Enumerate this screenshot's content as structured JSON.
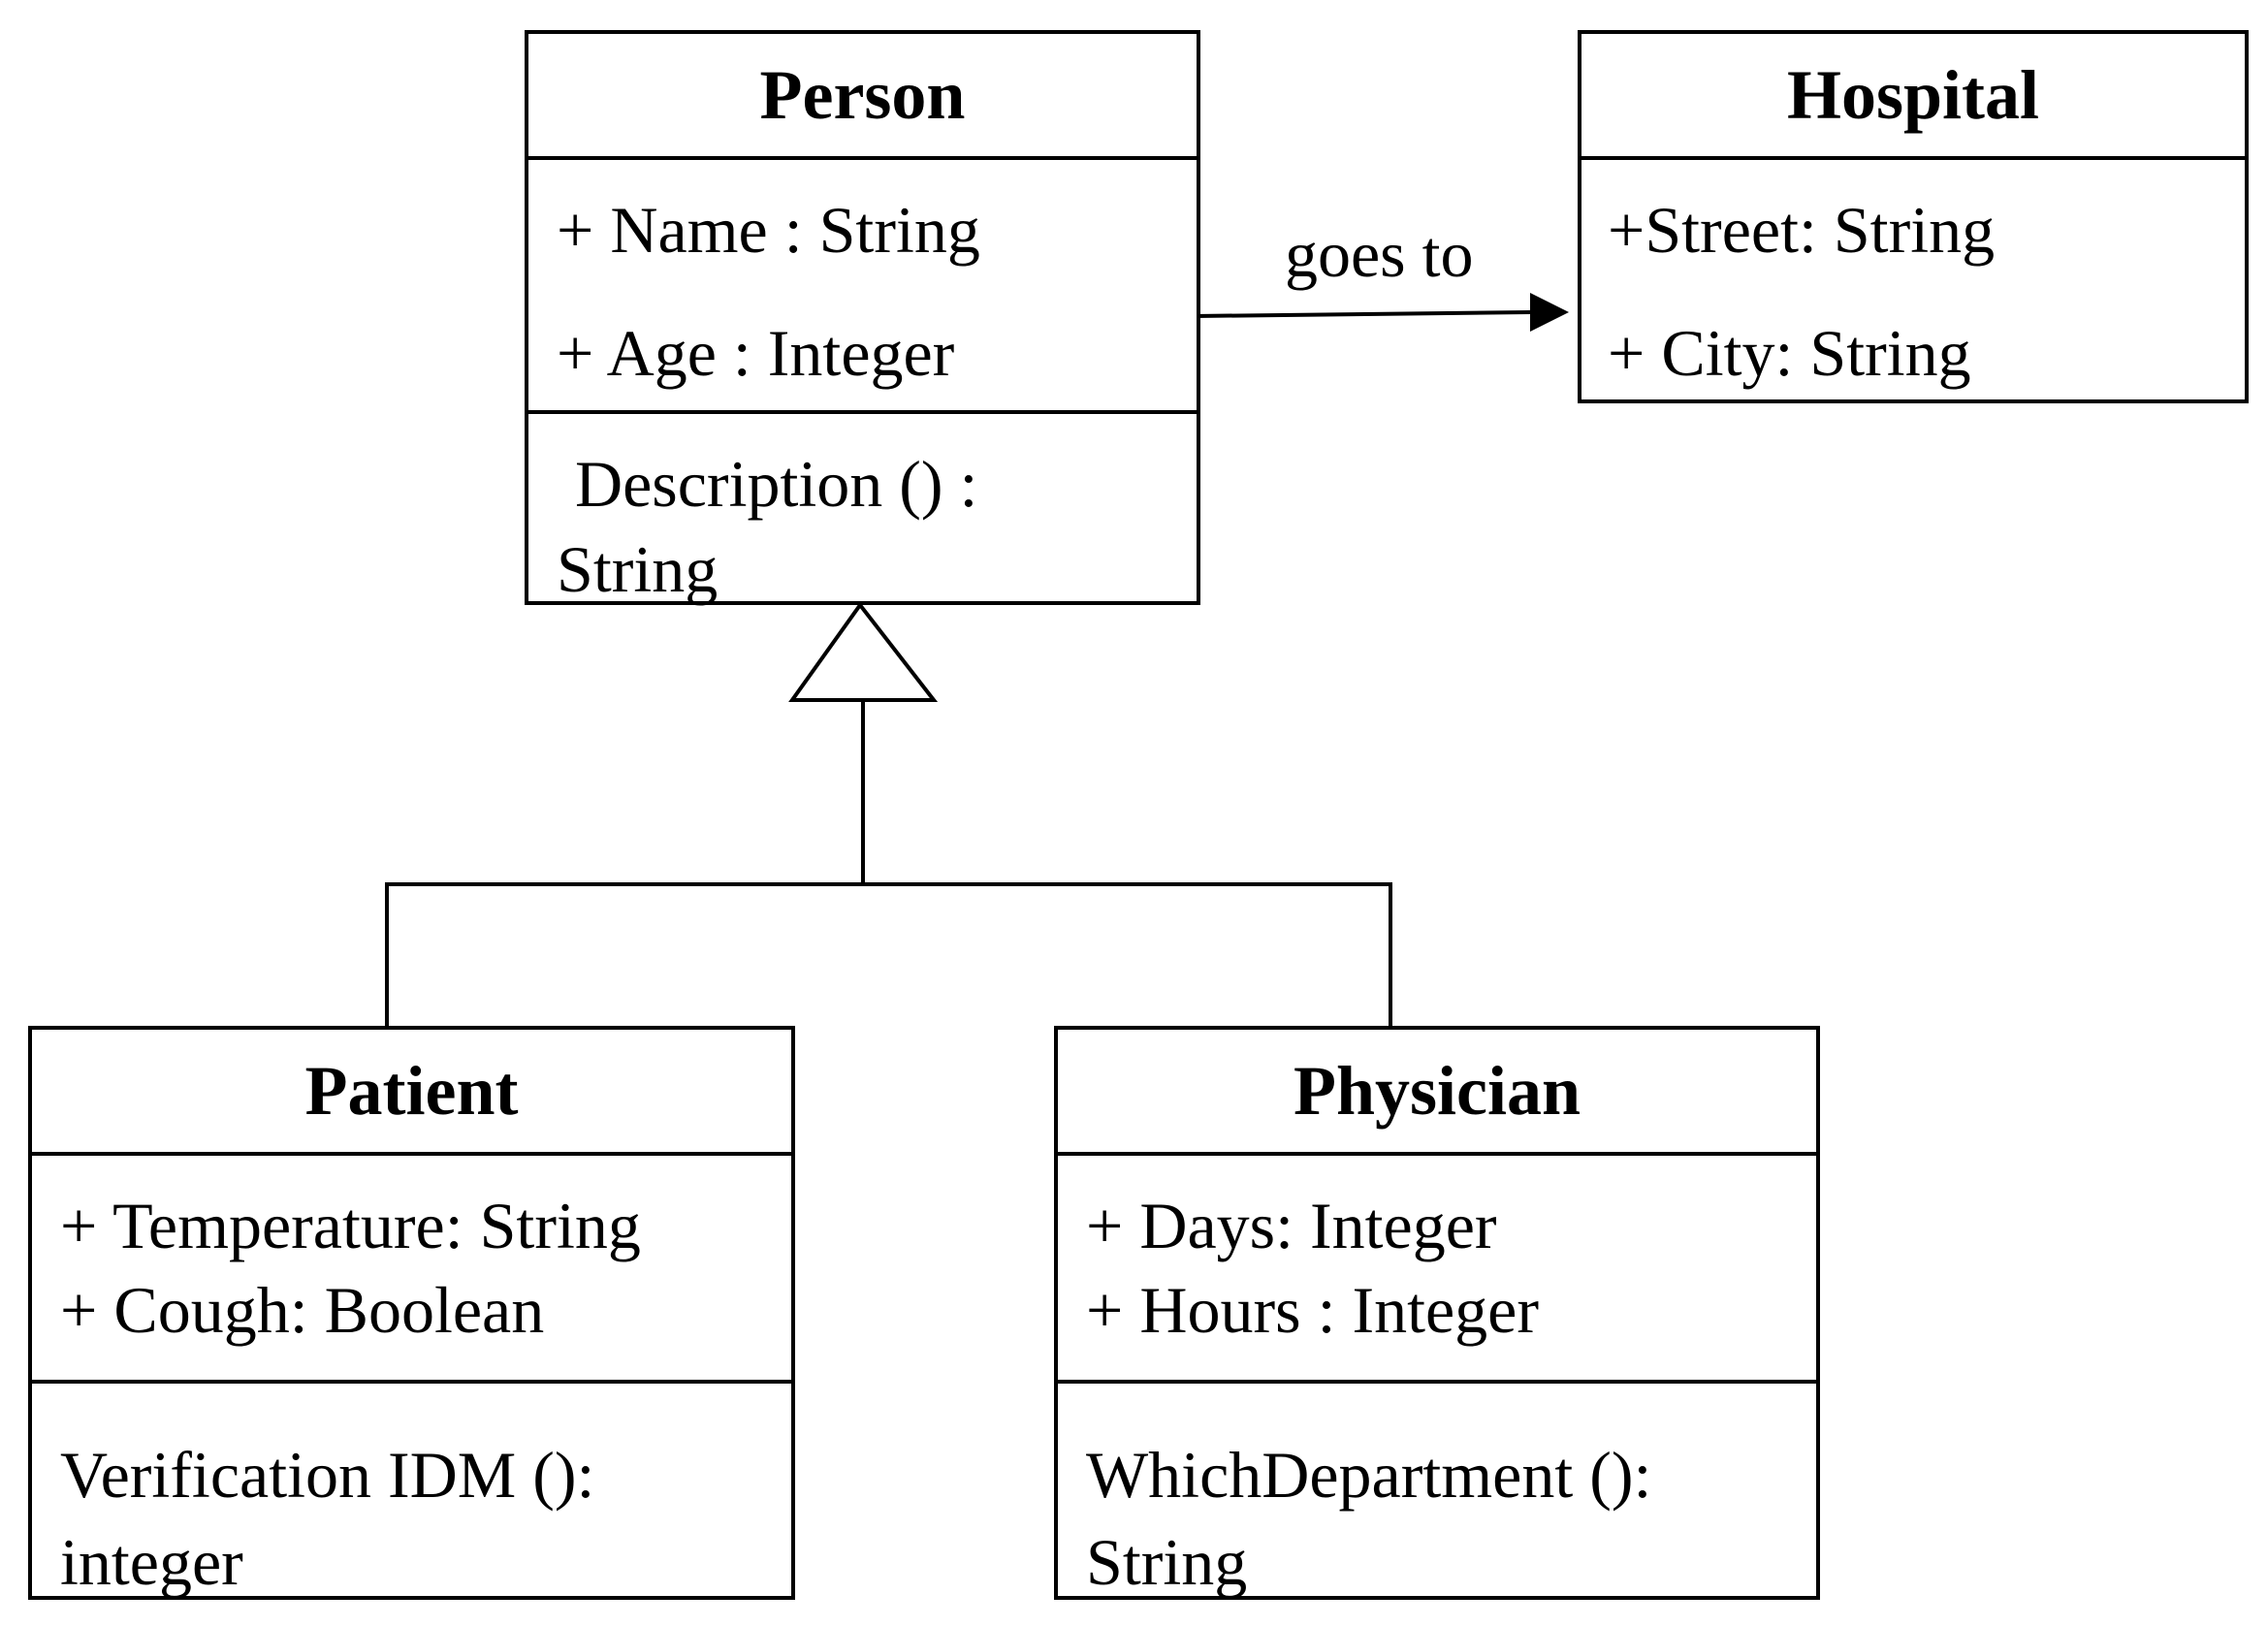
{
  "classes": {
    "person": {
      "name": "Person",
      "attributes": [
        "+ Name : String",
        "+ Age : Integer"
      ],
      "operations": [
        "Description () :",
        "String"
      ]
    },
    "hospital": {
      "name": "Hospital",
      "attributes": [
        "+Street: String",
        "+ City: String"
      ]
    },
    "patient": {
      "name": "Patient",
      "attributes": [
        "+ Temperature: String",
        "+ Cough: Boolean"
      ],
      "operations": [
        "Verification IDM ():",
        "integer"
      ]
    },
    "physician": {
      "name": "Physician",
      "attributes": [
        "+ Days: Integer",
        "+ Hours : Integer"
      ],
      "operations": [
        "WhichDepartment ():",
        "String"
      ]
    }
  },
  "association": {
    "label": "goes to"
  }
}
